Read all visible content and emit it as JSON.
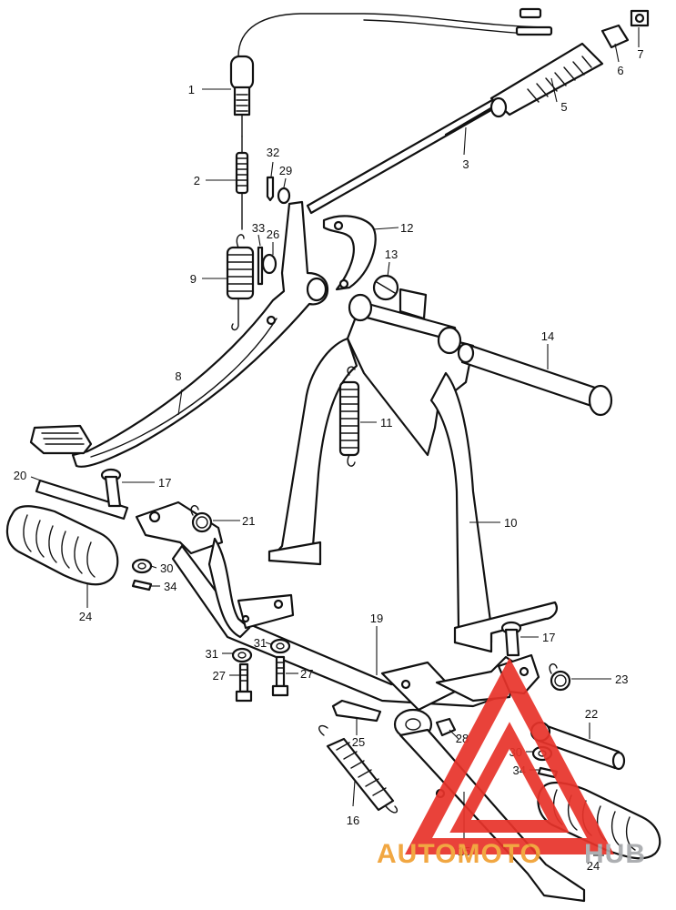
{
  "diagram": {
    "callouts": [
      {
        "id": "c1",
        "label": "1"
      },
      {
        "id": "c2",
        "label": "2"
      },
      {
        "id": "c3",
        "label": "3"
      },
      {
        "id": "c5",
        "label": "5"
      },
      {
        "id": "c6",
        "label": "6"
      },
      {
        "id": "c7",
        "label": "7"
      },
      {
        "id": "c8",
        "label": "8"
      },
      {
        "id": "c9",
        "label": "9"
      },
      {
        "id": "c10",
        "label": "10"
      },
      {
        "id": "c11",
        "label": "11"
      },
      {
        "id": "c12",
        "label": "12"
      },
      {
        "id": "c13",
        "label": "13"
      },
      {
        "id": "c14",
        "label": "14"
      },
      {
        "id": "c15",
        "label": "15"
      },
      {
        "id": "c16",
        "label": "16"
      },
      {
        "id": "c17a",
        "label": "17"
      },
      {
        "id": "c17b",
        "label": "17"
      },
      {
        "id": "c19",
        "label": "19"
      },
      {
        "id": "c20",
        "label": "20"
      },
      {
        "id": "c21",
        "label": "21"
      },
      {
        "id": "c22",
        "label": "22"
      },
      {
        "id": "c23",
        "label": "23"
      },
      {
        "id": "c24a",
        "label": "24"
      },
      {
        "id": "c24b",
        "label": "24"
      },
      {
        "id": "c25",
        "label": "25"
      },
      {
        "id": "c26",
        "label": "26"
      },
      {
        "id": "c27a",
        "label": "27"
      },
      {
        "id": "c27b",
        "label": "27"
      },
      {
        "id": "c28",
        "label": "28"
      },
      {
        "id": "c29",
        "label": "29"
      },
      {
        "id": "c30a",
        "label": "30"
      },
      {
        "id": "c30b",
        "label": "30"
      },
      {
        "id": "c31a",
        "label": "31"
      },
      {
        "id": "c31b",
        "label": "31"
      },
      {
        "id": "c32",
        "label": "32"
      },
      {
        "id": "c33",
        "label": "33"
      },
      {
        "id": "c34a",
        "label": "34"
      },
      {
        "id": "c34b",
        "label": "34"
      }
    ]
  },
  "watermark": {
    "text_auto": "AUTOMOTO",
    "text_hub": "HUB",
    "color_red": "#e8332a",
    "color_orange": "#f0a033",
    "color_gray": "#a7a9ac"
  }
}
